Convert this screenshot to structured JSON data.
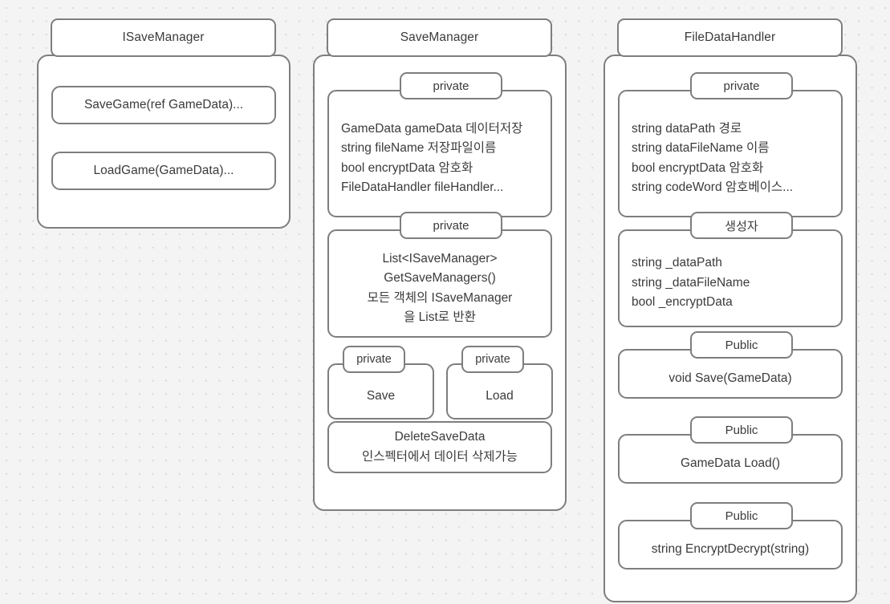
{
  "canvas": {
    "background_color": "#f4f4f4",
    "dot_color": "#d8d8d8",
    "border_color": "#7e7e7e",
    "text_color": "#3b3b3b",
    "box_fill": "#ffffff"
  },
  "classes": [
    {
      "name": "ISaveManager",
      "title": "ISaveManager",
      "members": [
        {
          "key": "savegame",
          "tab": null,
          "lines": [
            "SaveGame(ref GameData)..."
          ],
          "align": "center"
        },
        {
          "key": "loadgame",
          "tab": null,
          "lines": [
            "LoadGame(GameData)..."
          ],
          "align": "center"
        }
      ]
    },
    {
      "name": "SaveManager",
      "title": "SaveManager",
      "members": [
        {
          "key": "fields",
          "tab": "private",
          "lines": [
            "GameData gameData 데이터저장",
            "string fileName 저장파일이름",
            "bool encryptData 암호화",
            "FileDataHandler fileHandler..."
          ],
          "align": "left"
        },
        {
          "key": "getsavemanagers",
          "tab": "private",
          "lines": [
            "List<ISaveManager>",
            "GetSaveManagers()",
            "모든 객체의 ISaveManager",
            "을 List로 반환"
          ],
          "align": "center"
        },
        {
          "key": "save",
          "tab": "private",
          "lines": [
            "Save"
          ],
          "align": "center"
        },
        {
          "key": "load",
          "tab": "private",
          "lines": [
            "Load"
          ],
          "align": "center"
        },
        {
          "key": "deletesavedata",
          "tab": null,
          "lines": [
            "DeleteSaveData",
            "인스펙터에서 데이터 삭제가능"
          ],
          "align": "center"
        }
      ]
    },
    {
      "name": "FileDataHandler",
      "title": "FileDataHandler",
      "members": [
        {
          "key": "fields",
          "tab": "private",
          "lines": [
            "string dataPath 경로",
            "string dataFileName 이름",
            "bool encryptData 암호화",
            "string codeWord 암호베이스..."
          ],
          "align": "left"
        },
        {
          "key": "constructor",
          "tab": "생성자",
          "lines": [
            "string _dataPath",
            "string _dataFileName",
            "bool _encryptData"
          ],
          "align": "left"
        },
        {
          "key": "save",
          "tab": "Public",
          "lines": [
            "void Save(GameData)"
          ],
          "align": "center"
        },
        {
          "key": "load",
          "tab": "Public",
          "lines": [
            "GameData Load()"
          ],
          "align": "center"
        },
        {
          "key": "encryptdecrypt",
          "tab": "Public",
          "lines": [
            "string EncryptDecrypt(string)"
          ],
          "align": "center"
        }
      ]
    }
  ]
}
